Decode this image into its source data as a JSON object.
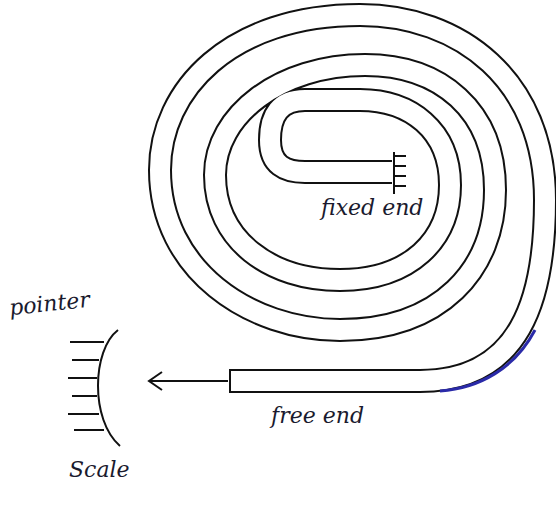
{
  "diagram": {
    "labels": [
      "fixed end",
      "free end",
      "pointer",
      "Scale"
    ]
  }
}
